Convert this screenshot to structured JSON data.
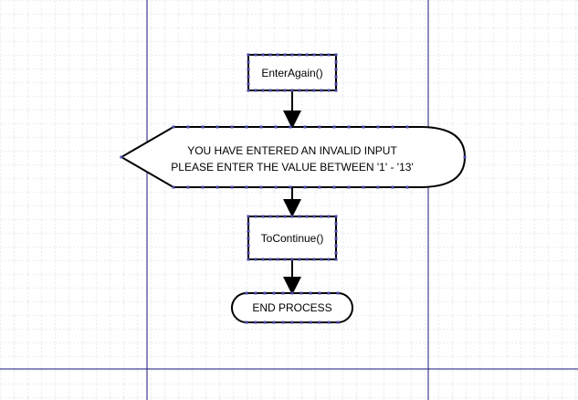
{
  "diagram": {
    "nodes": [
      {
        "id": "enter-again",
        "shape": "process",
        "label": "EnterAgain()"
      },
      {
        "id": "display-message",
        "shape": "display",
        "lines": [
          "YOU HAVE ENTERED AN INVALID INPUT",
          "PLEASE ENTER THE VALUE BETWEEN '1' - '13'"
        ]
      },
      {
        "id": "to-continue",
        "shape": "process",
        "label": "ToContinue()"
      },
      {
        "id": "end-process",
        "shape": "terminator",
        "label": "END PROCESS"
      }
    ],
    "edges": [
      {
        "from": "enter-again",
        "to": "display-message"
      },
      {
        "from": "display-message",
        "to": "to-continue"
      },
      {
        "from": "to-continue",
        "to": "end-process"
      }
    ]
  },
  "colors": {
    "grid": "#c9d3dd",
    "page_border": "#1a1a7a",
    "shape_stroke": "#000000",
    "handle": "#4a4aa8",
    "background": "#ffffff"
  }
}
